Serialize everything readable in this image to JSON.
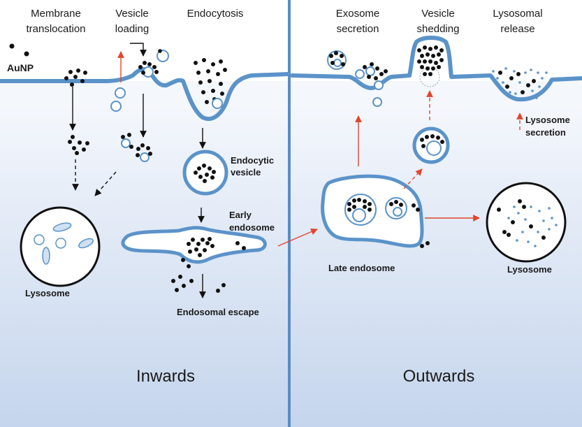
{
  "labels": {
    "membrane_translocation": [
      "Membrane",
      "translocation"
    ],
    "vesicle_loading": [
      "Vesicle",
      "loading"
    ],
    "endocytosis": "Endocytosis",
    "exosome_secretion": [
      "Exosome",
      "secretion"
    ],
    "vesicle_shedding": [
      "Vesicle",
      "shedding"
    ],
    "lysosomal_release": [
      "Lysosomal",
      "release"
    ],
    "aunp": "AuNP",
    "endocytic_vesicle": [
      "Endocytic",
      "vesicle"
    ],
    "early_endosome": [
      "Early",
      "endosome"
    ],
    "endosomal_escape": "Endosomal escape",
    "lysosome_left": "Lysosome",
    "late_endosome": "Late endosome",
    "lysosome_right": "Lysosome",
    "lysosome_secretion": [
      "Lysosome",
      "secretion"
    ],
    "inwards": "Inwards",
    "outwards": "Outwards"
  },
  "colors": {
    "membrane": "#5b93c9",
    "nanoparticle": "#111111",
    "red_arrow": "#e2452e",
    "background_top": "#ffffff",
    "background_bottom": "#b7cbe8",
    "divider": "#5b8cc4"
  }
}
